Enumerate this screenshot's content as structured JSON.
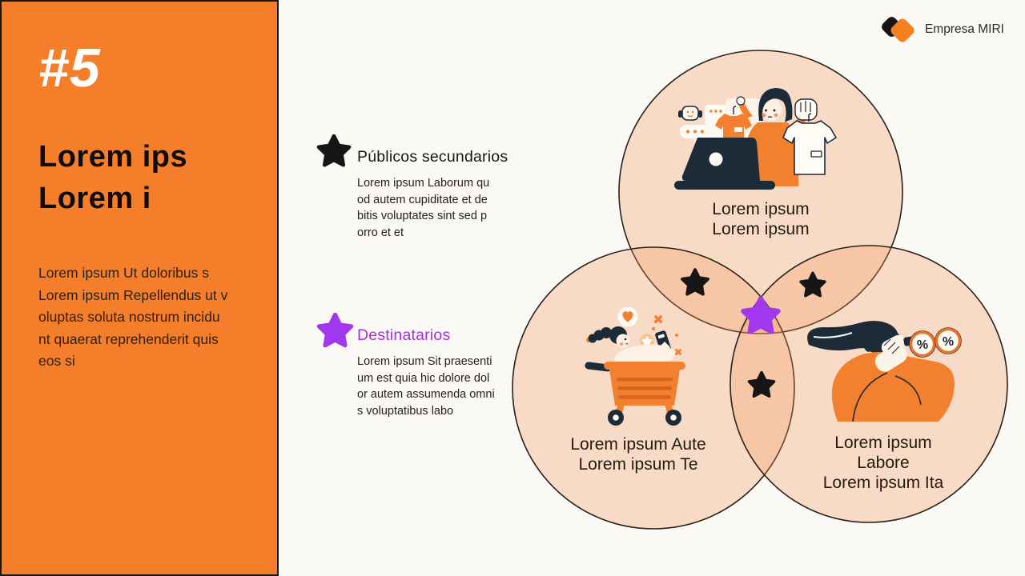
{
  "panel": {
    "number": "#5",
    "title": "Lorem ips\nLorem i",
    "body": "Lorem ipsum Ut doloribus s\nLorem ipsum Repellendus ut v\noluptas soluta nostrum incidu\nnt quaerat reprehenderit quis\neos si",
    "background": "#F57E2B"
  },
  "brand": {
    "name": "Empresa MIRI",
    "mark_black": "#161616",
    "mark_orange": "#F5801F"
  },
  "legend": [
    {
      "title": "Públicos secundarios",
      "star_color": "#161616",
      "title_color": "#161616",
      "body": "Lorem ipsum Laborum qu\nod autem cupiditate et de\nbitis voluptates sint sed p\norro et et"
    },
    {
      "title": "Destinatarios",
      "star_color": "#A238EE",
      "title_color": "#A72BE8",
      "body": "Lorem ipsum Sit praesenti\num est quia hic dolore dol\nor autem assumenda omni\ns voluptatibus labo"
    }
  ],
  "venn": {
    "circle_fill": "#F29559",
    "circle_outline": "#2A2118",
    "circles": [
      {
        "id": "top",
        "label": "Lorem ipsum\nLorem ipsum",
        "illustration": "online-shopper"
      },
      {
        "id": "bottom-left",
        "label": "Lorem ipsum Aute\nLorem ipsum Te",
        "illustration": "shopping-cart"
      },
      {
        "id": "bottom-right",
        "label": "Lorem ipsum Labore\nLorem ipsum Ita",
        "illustration": "discount-scout"
      }
    ],
    "stars": {
      "pairwise": "#161616",
      "center": "#A238EE"
    },
    "percent_label": "%"
  }
}
